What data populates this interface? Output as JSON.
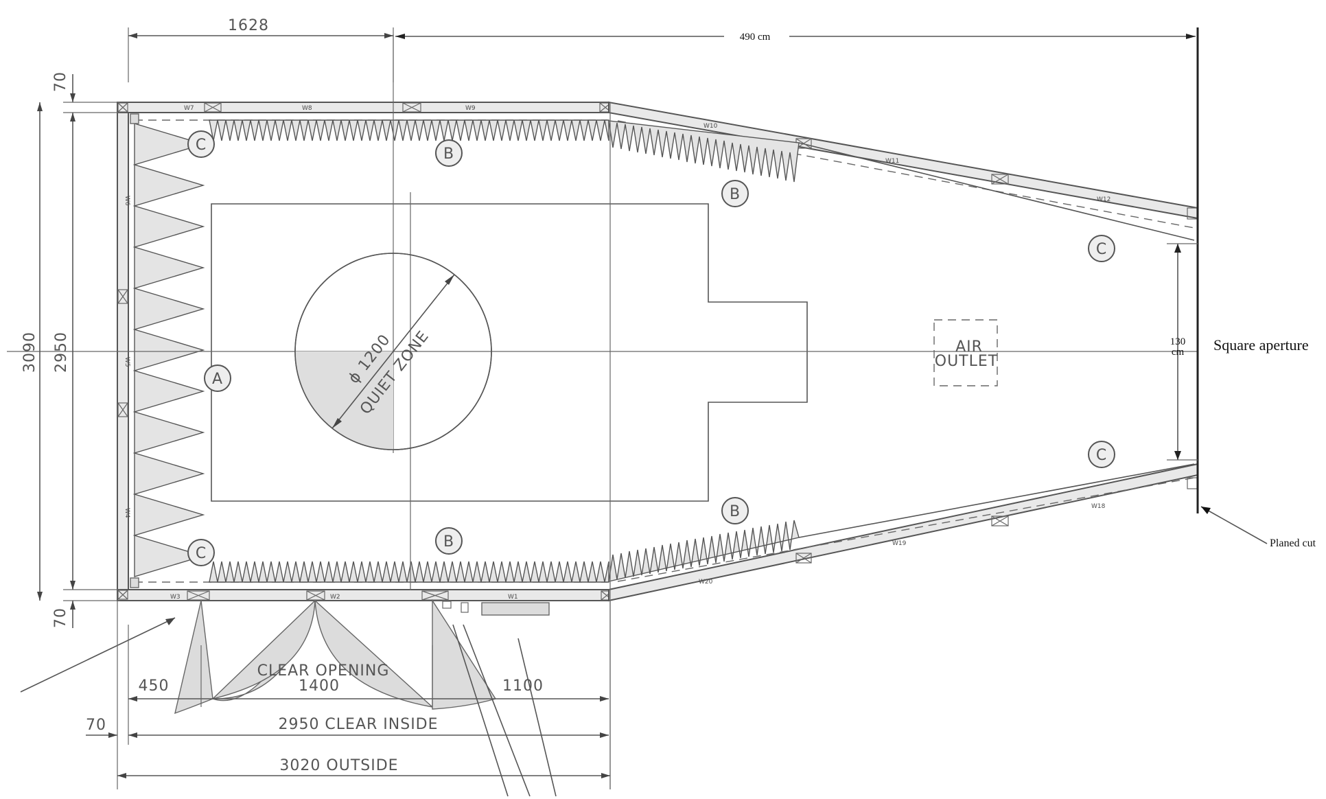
{
  "dimensions": {
    "top_left": "1628",
    "top_right": "490 cm",
    "left_outer": "3090",
    "left_inner": "2950",
    "top_wall": "70",
    "bottom_wall": "70",
    "bottom_wall_left": "70",
    "aperture_height_value": "130",
    "aperture_height_unit": "cm",
    "door_left": "450",
    "door_right": "1100",
    "clear_inside": "2950 CLEAR INSIDE",
    "outside": "3020 OUTSIDE"
  },
  "labels": {
    "quiet_zone_diameter": "ɸ 1200",
    "quiet_zone": "QUIET ZONE",
    "air_outlet_line1": "AIR",
    "air_outlet_line2": "OUTLET",
    "clear_opening_line1": "CLEAR OPENING",
    "clear_opening_line2": "1400",
    "square_aperture": "Square aperture",
    "planed_cut": "Planed cut"
  },
  "markers": {
    "a": "A",
    "b": "B",
    "c": "C"
  },
  "wall_codes": {
    "w1": "W1",
    "w2": "W2",
    "w3": "W3",
    "w4": "W4",
    "w5": "W5",
    "w6": "W6",
    "w7": "W7",
    "w8": "W8",
    "w9": "W9",
    "w10": "W10",
    "w11": "W11",
    "w12": "W12",
    "w18": "W18",
    "w19": "W19",
    "w20": "W20"
  }
}
